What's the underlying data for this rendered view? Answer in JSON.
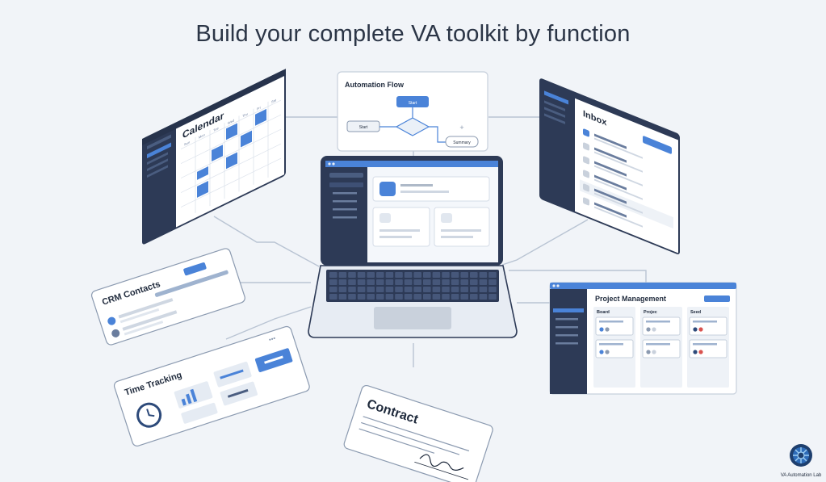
{
  "title": "Build your complete VA toolkit by function",
  "panels": {
    "calendar": "Calendar",
    "automation": "Automation Flow",
    "inbox": "Inbox",
    "crm": "CRM Contacts",
    "time": "Time Tracking",
    "contract": "Contract",
    "project": "Project Management"
  },
  "calendar_days": [
    "Sun",
    "Mon",
    "Tue",
    "Wed",
    "Thu",
    "Fri",
    "Sat"
  ],
  "flow_nodes": {
    "start_top": "Start",
    "start_left": "Start",
    "summary": "Summary"
  },
  "project_columns": [
    "Board",
    "Projec",
    "Seed"
  ],
  "contract_signature": "Signature",
  "logo_text": "VA Automation Lab",
  "colors": {
    "accent": "#4a83d8",
    "navy": "#25324b",
    "background": "#f1f4f8",
    "card": "#ffffff"
  }
}
